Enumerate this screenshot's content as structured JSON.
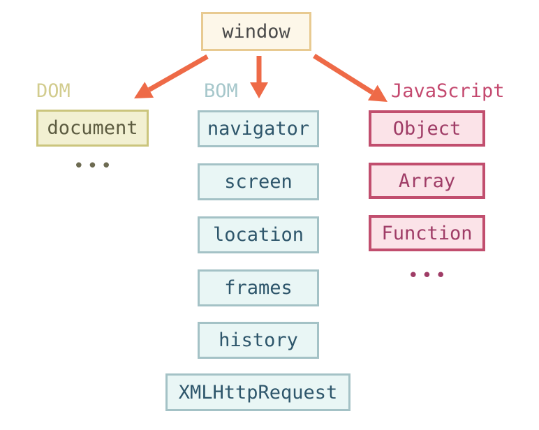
{
  "root_label": "window",
  "groups": {
    "dom": {
      "label": "DOM",
      "items": [
        "document"
      ],
      "more": "•••"
    },
    "bom": {
      "label": "BOM",
      "items": [
        "navigator",
        "screen",
        "location",
        "frames",
        "history",
        "XMLHttpRequest"
      ]
    },
    "js": {
      "label": "JavaScript",
      "items": [
        "Object",
        "Array",
        "Function"
      ],
      "more": "•••"
    }
  },
  "colors": {
    "arrow": "#ee6a47",
    "window_fill": "#fdf7e9",
    "window_border": "#e8ca91",
    "dom_accent": "#d2cc8e",
    "dom_fill": "#f2f0d2",
    "dom_border": "#cbc57d",
    "bom_accent": "#a6c7cb",
    "bom_fill": "#e9f6f5",
    "bom_border": "#a4c2c6",
    "js_accent": "#c4496f",
    "js_fill": "#fbe3e8",
    "js_border": "#c14e6e"
  }
}
